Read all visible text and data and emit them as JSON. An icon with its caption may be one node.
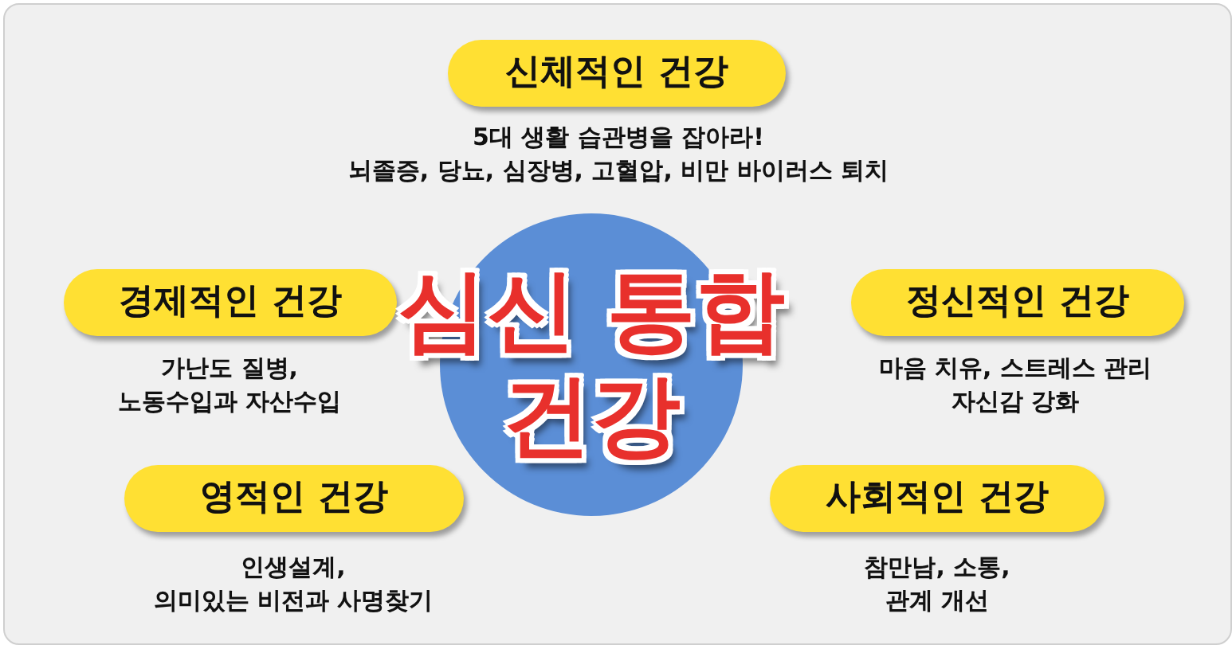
{
  "diagram": {
    "nodes": [
      {
        "text": [
          "신체적인 건강"
        ],
        "beside": [
          "5대 생활 습관병을 잡아라!",
          "뇌졸증, 당뇨, 심장병, 고혈압, 비만 바이러스 퇴치"
        ]
      },
      {
        "text": [
          "경제적인 건강"
        ],
        "beside": [
          "가난도 질병,",
          "노동수입과 자산수입"
        ]
      },
      {
        "text": [
          "심신 통합 건강"
        ]
      },
      {
        "text": [
          "정신적인 건강"
        ],
        "beside": [
          "마음 치유, 스트레스 관리",
          "자신감 강화"
        ]
      },
      {
        "text": [
          "영적인 건강"
        ],
        "beside": [
          "인생설계,",
          "의미있는 비전과 사명찾기"
        ]
      },
      {
        "text": [
          "사회적인 건강"
        ],
        "beside": [
          "참만남, 소통,",
          "관계 개선"
        ]
      }
    ]
  }
}
